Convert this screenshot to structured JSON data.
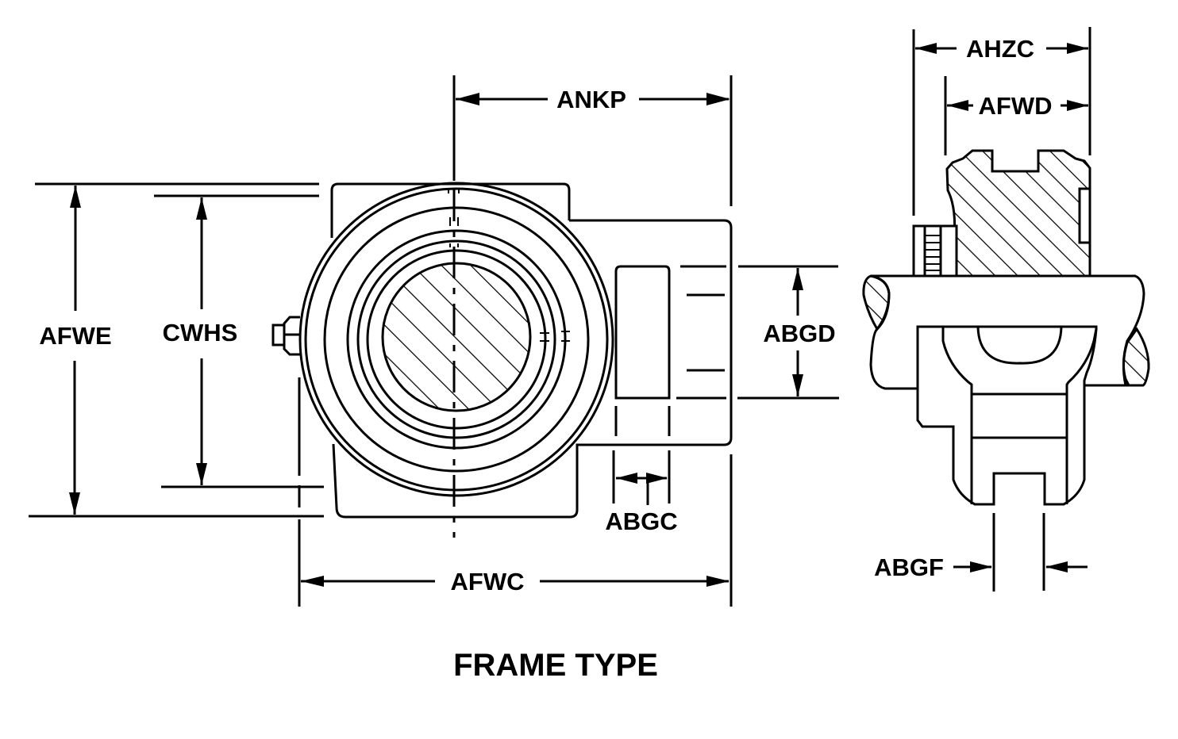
{
  "title": "FRAME TYPE",
  "colors": {
    "ink": "#000000",
    "background": "#ffffff"
  },
  "views": {
    "front": {
      "dimensions": {
        "ankp": "ANKP",
        "afwe": "AFWE",
        "cwhs": "CWHS",
        "abgd": "ABGD",
        "abgc": "ABGC",
        "afwc": "AFWC"
      }
    },
    "side": {
      "dimensions": {
        "ahzc": "AHZC",
        "afwd": "AFWD",
        "abgf": "ABGF"
      }
    }
  }
}
